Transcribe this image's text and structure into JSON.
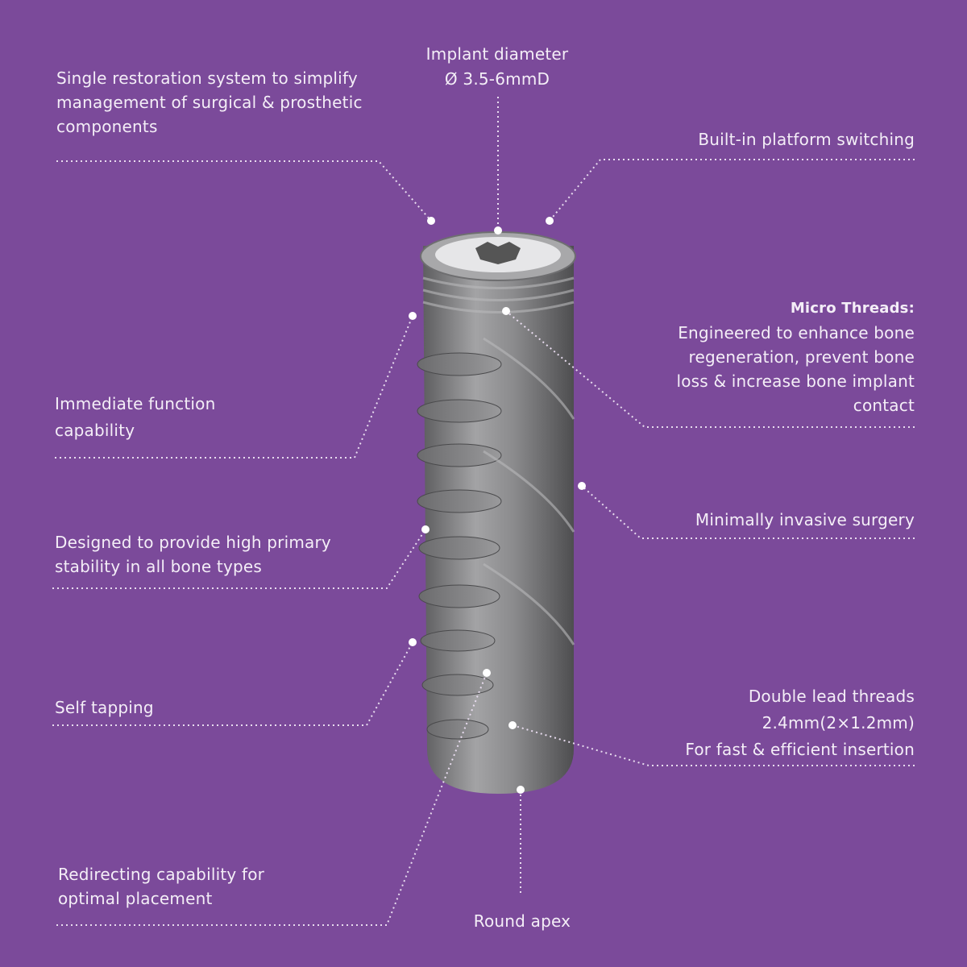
{
  "colors": {
    "background": "#7b4a9a",
    "text": "#f4eef7",
    "implant": "#8a8a8c"
  },
  "features": {
    "single_restoration": "Single restoration system to simplify management of surgical & prosthetic components",
    "implant_diameter_title": "Implant diameter",
    "implant_diameter_value": "Ø 3.5-6mmD",
    "platform_switching": "Built-in platform switching",
    "micro_threads_title": "Micro Threads:",
    "micro_threads_desc": "Engineered to enhance bone regeneration, prevent bone loss & increase bone implant contact",
    "immediate_function": "Immediate function capability",
    "minimally_invasive": "Minimally invasive surgery",
    "primary_stability": "Designed to provide high primary stability in all bone types",
    "self_tapping": "Self tapping",
    "double_lead_title": "Double lead threads",
    "double_lead_value": "2.4mm(2×1.2mm)",
    "double_lead_desc": "For fast & efficient insertion",
    "redirecting": "Redirecting capability for optimal placement",
    "round_apex": "Round apex"
  }
}
